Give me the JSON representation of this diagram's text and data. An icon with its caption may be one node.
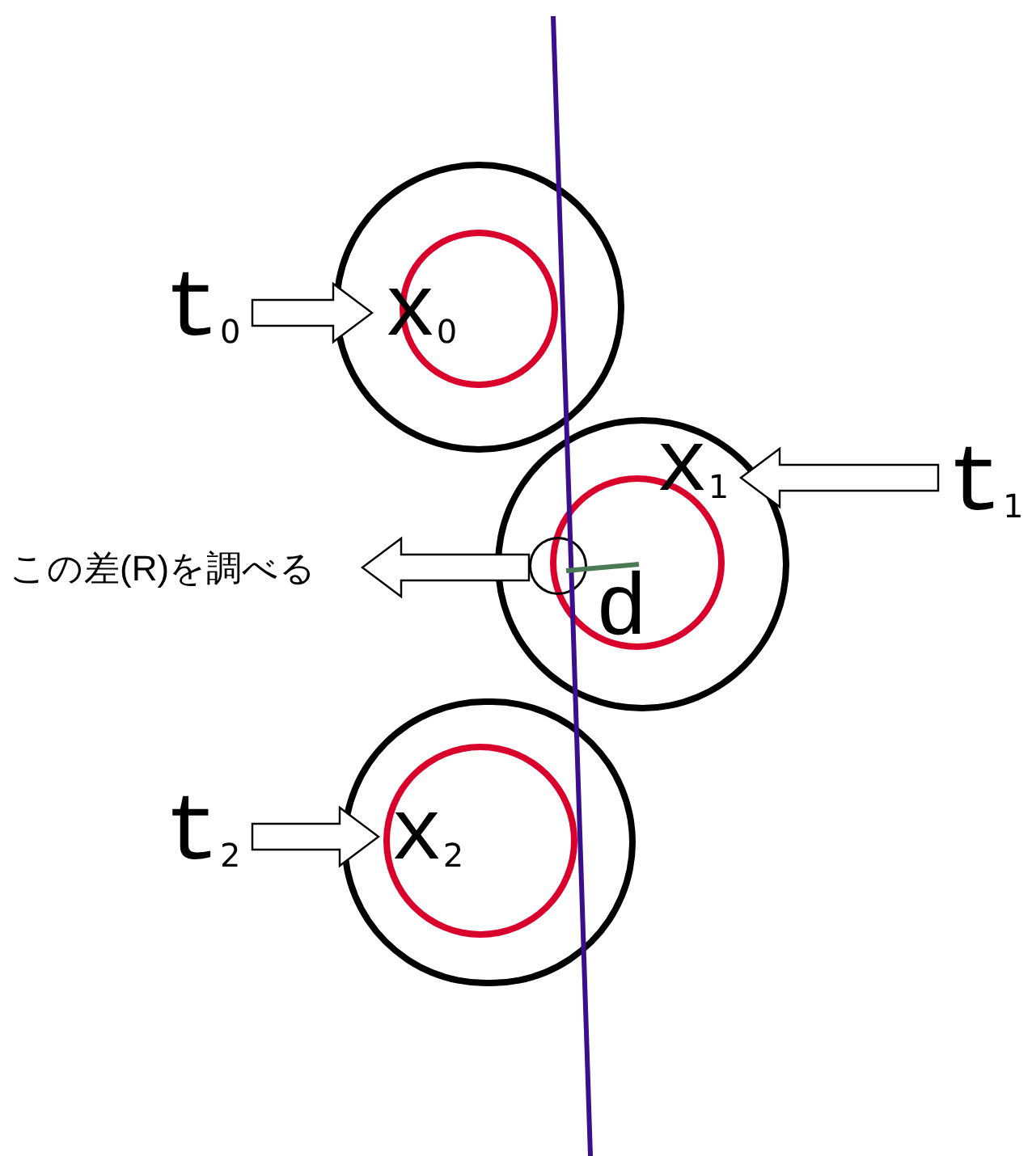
{
  "diagram": {
    "nodes": [
      {
        "text": [
          "t$_{0}$"
        ]
      },
      {
        "text": [],
        "shape": "circle"
      },
      {
        "text": [],
        "shape": "circle",
        "in": 1
      },
      {
        "text": [
          "x$_{0}$"
        ],
        "in": 1
      },
      {
        "text": [
          "t$_{1}$"
        ]
      },
      {
        "text": [],
        "shape": "circle"
      },
      {
        "text": [],
        "shape": "circle",
        "in": 5
      },
      {
        "text": [
          "x$_{1}$"
        ],
        "in": 5
      },
      {
        "text": [],
        "shape": "circle",
        "in": 5
      },
      {
        "text": [
          "この差(R)を調べる"
        ]
      },
      {
        "text": [
          "t$_{2}$"
        ]
      },
      {
        "text": [],
        "shape": "circle"
      },
      {
        "text": [],
        "shape": "circle",
        "in": 11
      },
      {
        "text": [
          "x$_{2}$"
        ],
        "in": 12
      }
    ],
    "edges": [
      {
        "from": 0,
        "to": 3,
        "arrow": "to"
      },
      {
        "from": 4,
        "to": 7,
        "arrow": "to"
      },
      {
        "from": 8,
        "to": 9,
        "arrow": "to"
      },
      {
        "from": 10,
        "to": 13,
        "arrow": "to"
      }
    ],
    "labels": [
      "d"
    ]
  }
}
